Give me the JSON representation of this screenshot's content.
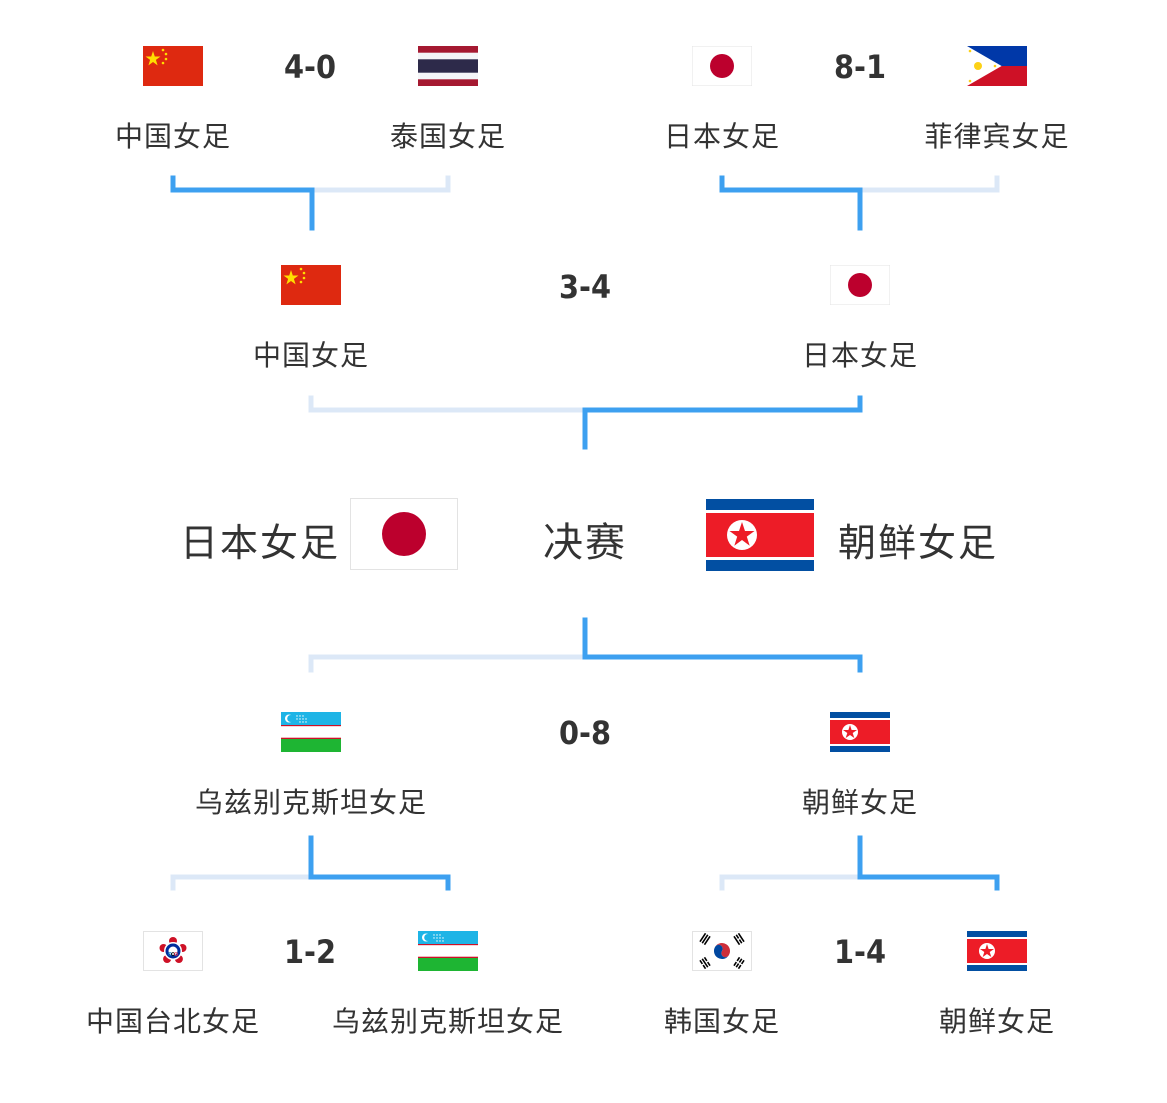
{
  "colors": {
    "winner_line": "#3da0f0",
    "loser_line": "#dce8f7",
    "text": "#333333"
  },
  "bracket": {
    "top_qf_left": {
      "home": "中国女足",
      "home_flag": "china-flag",
      "score": "4-0",
      "away": "泰国女足",
      "away_flag": "thailand-flag"
    },
    "top_qf_right": {
      "home": "日本女足",
      "home_flag": "japan-flag",
      "score": "8-1",
      "away": "菲律宾女足",
      "away_flag": "philippines-flag"
    },
    "top_sf": {
      "home": "中国女足",
      "home_flag": "china-flag",
      "score": "3-4",
      "away": "日本女足",
      "away_flag": "japan-flag"
    },
    "final": {
      "left": "日本女足",
      "left_flag": "japan-flag",
      "label": "决赛",
      "right": "朝鲜女足",
      "right_flag": "north-korea-flag"
    },
    "bottom_sf": {
      "home": "乌兹别克斯坦女足",
      "home_flag": "uzbekistan-flag",
      "score": "0-8",
      "away": "朝鲜女足",
      "away_flag": "north-korea-flag"
    },
    "bottom_qf_left": {
      "home": "中国台北女足",
      "home_flag": "chinese-taipei-flag",
      "score": "1-2",
      "away": "乌兹别克斯坦女足",
      "away_flag": "uzbekistan-flag"
    },
    "bottom_qf_right": {
      "home": "韩国女足",
      "home_flag": "south-korea-flag",
      "score": "1-4",
      "away": "朝鲜女足",
      "away_flag": "north-korea-flag"
    }
  }
}
